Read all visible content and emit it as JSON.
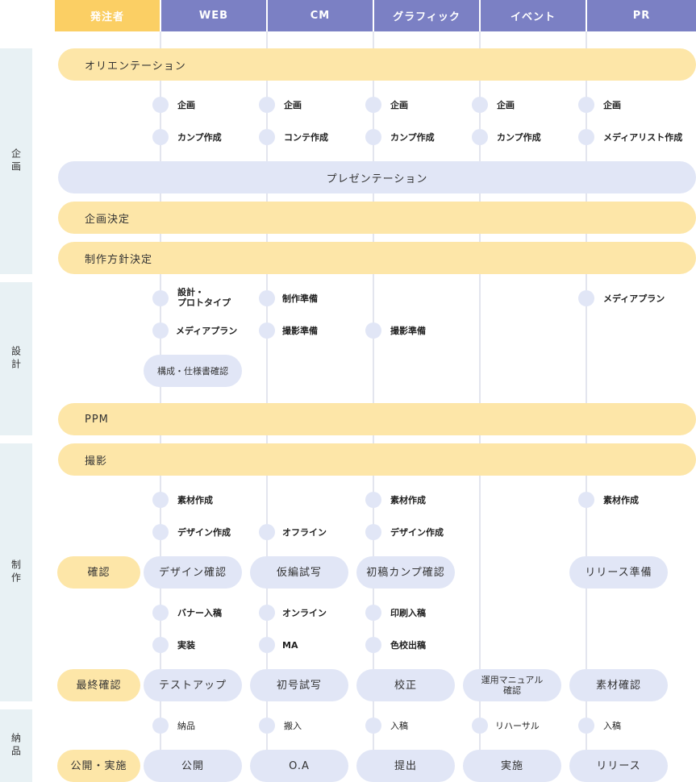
{
  "header": {
    "client": "発注者",
    "web": "WEB",
    "cm": "CM",
    "graphic": "グラフィック",
    "event": "イベント",
    "pr": "PR"
  },
  "colors": {
    "client_header": "#fbcf64",
    "column_header": "#7b80c4",
    "band_yellow": "#fde6a8",
    "band_blue": "#e1e6f6",
    "phase_bg": "#e8f1f4"
  },
  "phases": {
    "planning": "企画",
    "design": "設計",
    "production": "制作",
    "delivery": "納品"
  },
  "bands": {
    "orientation": "オリエンテーション",
    "presentation": "プレゼンテーション",
    "plan_decision": "企画決定",
    "policy_decision": "制作方針決定",
    "ppm": "PPM",
    "shooting": "撮影"
  },
  "planning": {
    "web": [
      "企画",
      "カンプ作成"
    ],
    "cm": [
      "企画",
      "コンテ作成"
    ],
    "graphic": [
      "企画",
      "カンプ作成"
    ],
    "event": [
      "企画",
      "カンプ作成"
    ],
    "pr": [
      "企画",
      "メディアリスト作成"
    ]
  },
  "design": {
    "web_1_line1": "設計・",
    "web_1_line2": "プロトタイプ",
    "web_2": "メディアプラン",
    "web_pill": "構成・仕様書確認",
    "cm_1": "制作準備",
    "cm_2": "撮影準備",
    "graphic_1": "撮影準備",
    "pr_1": "メディアプラン"
  },
  "production": {
    "web_1": "素材作成",
    "web_2": "デザイン作成",
    "cm_2": "オフライン",
    "graphic_1": "素材作成",
    "graphic_2": "デザイン作成",
    "pr_1": "素材作成",
    "client_check": "確認",
    "web_check": "デザイン確認",
    "cm_check": "仮編試写",
    "graphic_check": "初稿カンプ確認",
    "pr_check": "リリース準備",
    "web_3": "バナー入稿",
    "web_4": "実装",
    "cm_3": "オンライン",
    "cm_4": "MA",
    "graphic_3": "印刷入稿",
    "graphic_4": "色校出稿",
    "client_final": "最終確認",
    "web_final": "テストアップ",
    "cm_final": "初号試写",
    "graphic_final": "校正",
    "event_final_line1": "運用マニュアル",
    "event_final_line2": "確認",
    "pr_final": "素材確認"
  },
  "delivery": {
    "web_1": "納品",
    "cm_1": "搬入",
    "graphic_1": "入稿",
    "event_1": "リハーサル",
    "pr_1": "入稿",
    "client_release": "公開・実施",
    "web_release": "公開",
    "cm_release": "O.A",
    "graphic_release": "提出",
    "event_release": "実施",
    "pr_release": "リリース"
  }
}
